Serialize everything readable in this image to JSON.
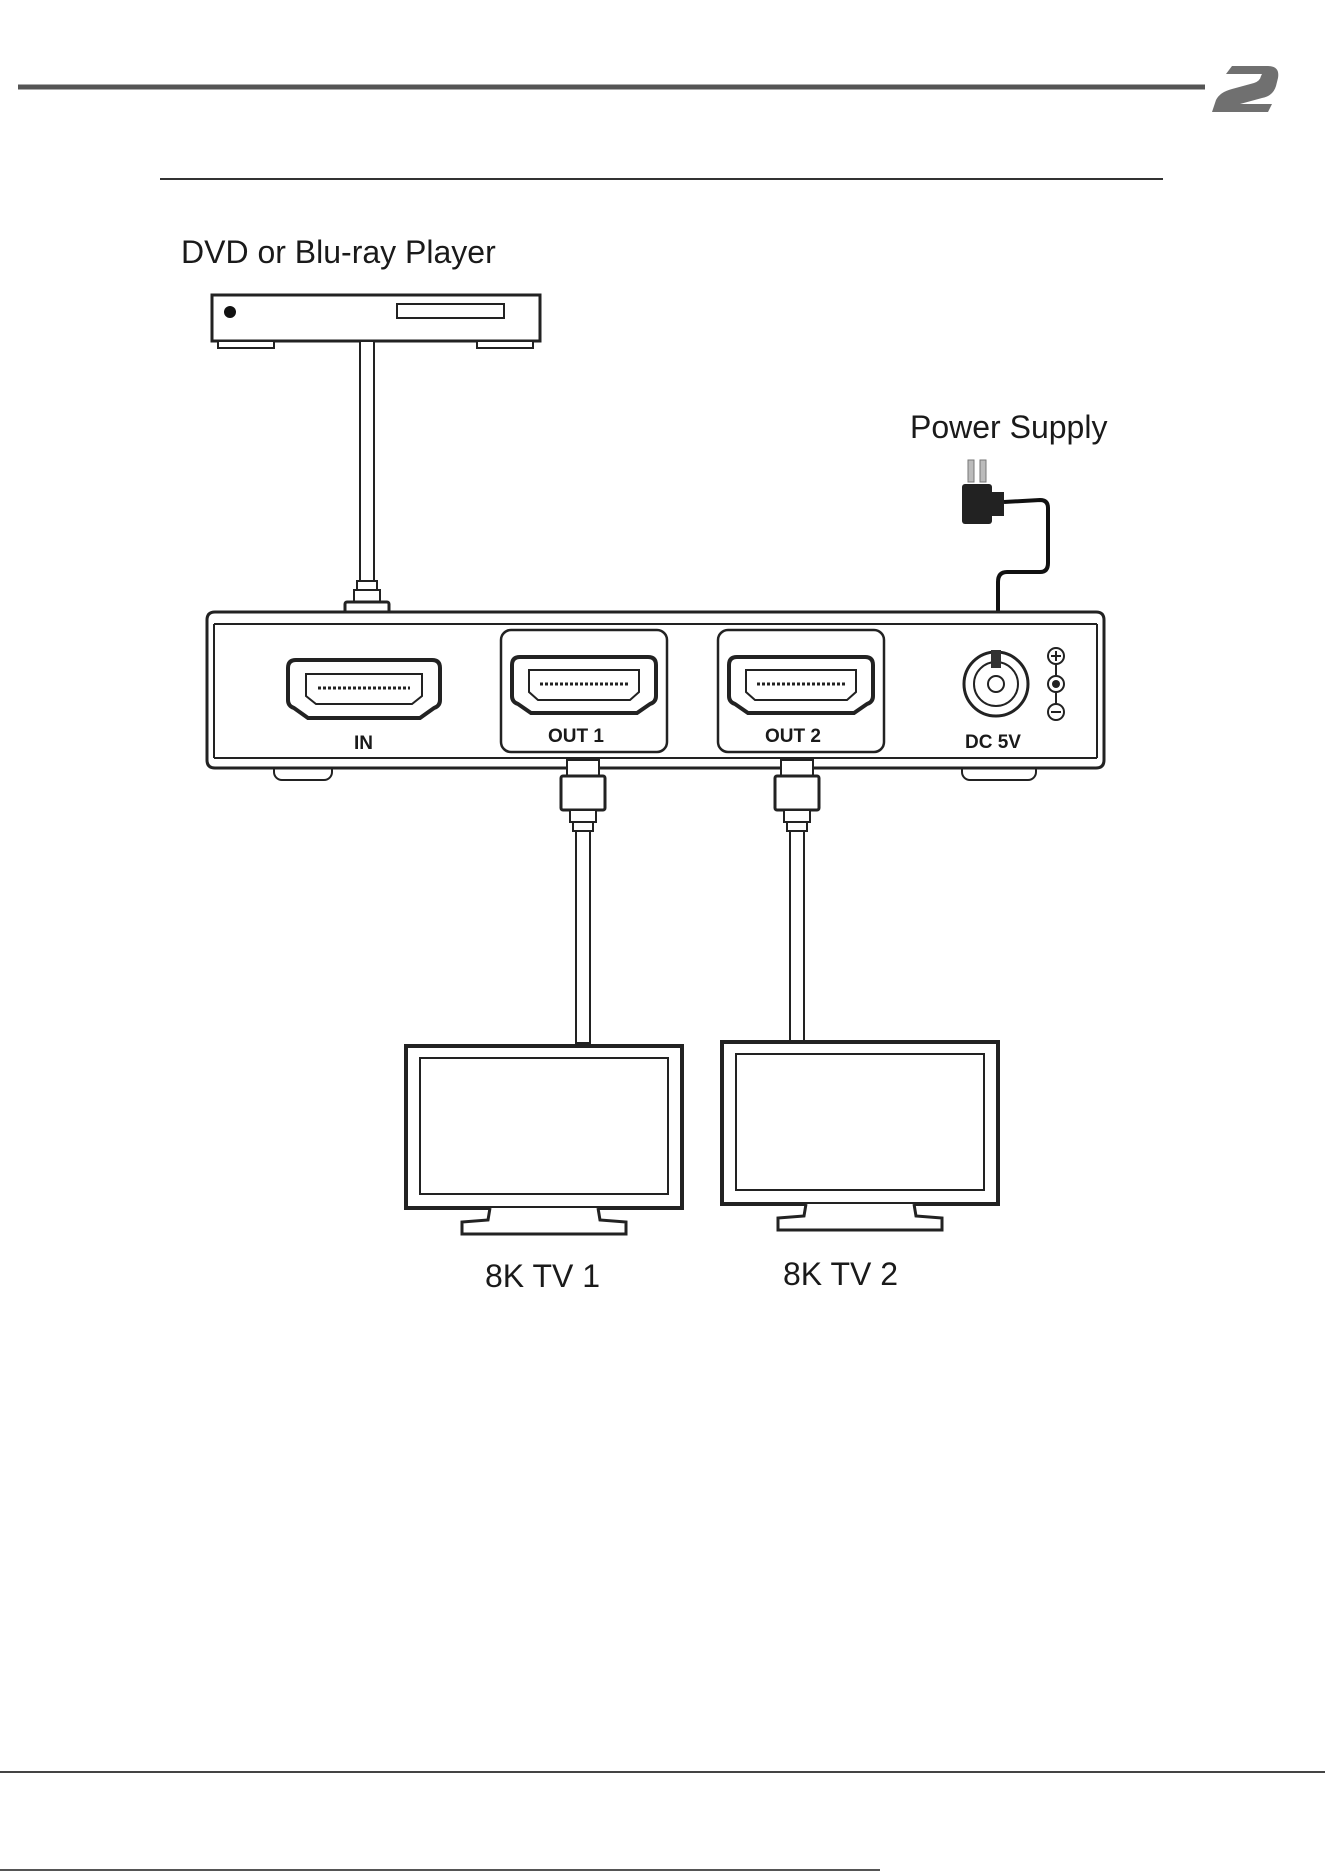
{
  "header": {
    "brand_color": "#666666",
    "logo_icon": "bzb-logo-icon"
  },
  "diagram": {
    "source_label": "DVD or Blu-ray Player",
    "power_label": "Power Supply",
    "splitter_ports": {
      "in": "IN",
      "out1": "OUT 1",
      "out2": "OUT 2",
      "dc": "DC 5V"
    },
    "tv1_label": "8K TV 1",
    "tv2_label": "8K TV 2"
  },
  "icons": {
    "dvd": "dvd-player-icon",
    "adapter": "power-adapter-icon",
    "hdmi_plug": "hdmi-plug-icon",
    "hdmi_port": "hdmi-port-icon",
    "dc_jack": "dc-jack-icon",
    "polarity": "polarity-icon",
    "tv": "tv-icon"
  }
}
